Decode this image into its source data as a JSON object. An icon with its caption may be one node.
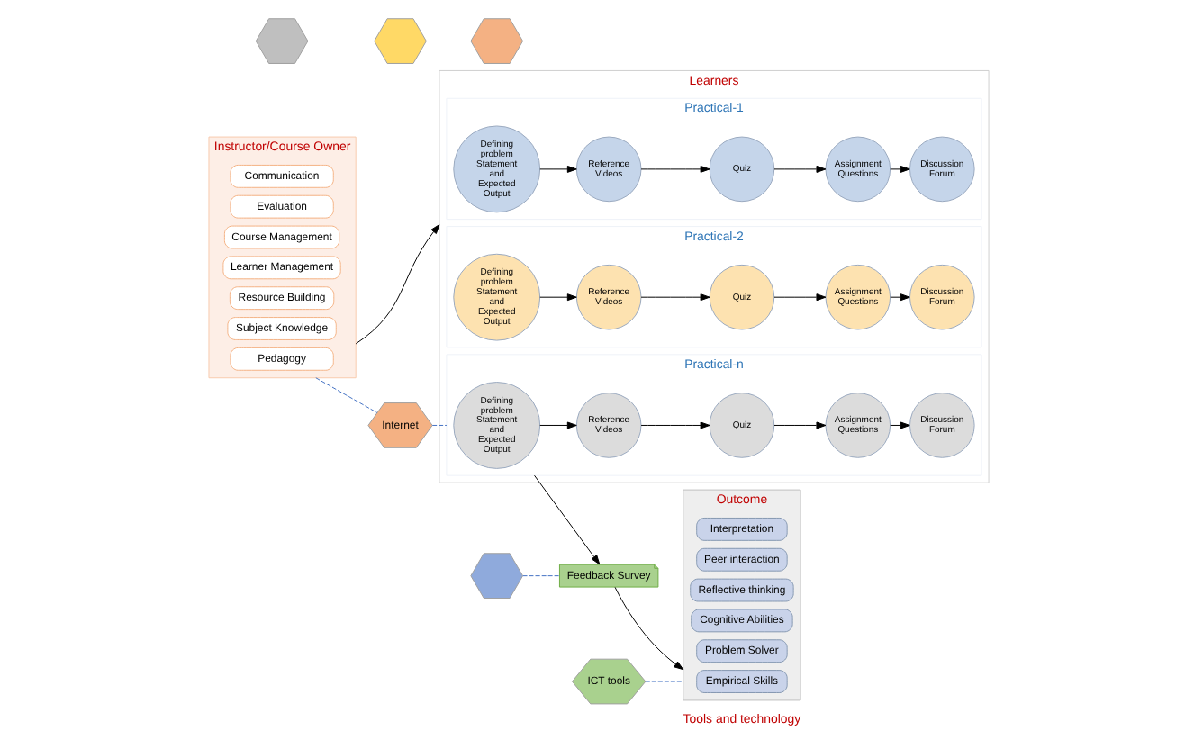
{
  "diagram": {
    "nodes": [
      {
        "text": [
          "Instructor/Course Owner"
        ]
      },
      {
        "text": [
          "Pedagogy"
        ],
        "in": 0
      },
      {
        "text": [
          "Subject Knowledge"
        ],
        "in": 0
      },
      {
        "text": [
          "Resource Building"
        ],
        "in": 0
      },
      {
        "text": [
          "Learner Management"
        ],
        "in": 0
      },
      {
        "text": [
          "Course Management"
        ],
        "in": 0
      },
      {
        "text": [
          "Evaluation"
        ],
        "in": 0
      },
      {
        "text": [
          "Communication"
        ],
        "in": 0
      },
      {
        "text": [
          "Learners"
        ]
      },
      {
        "text": [
          "Practical-1"
        ],
        "in": 8
      },
      {
        "text": [
          "Defining problem Statement and Expected Output"
        ],
        "in": 9
      },
      {
        "text": [
          "Reference Videos"
        ],
        "in": 9
      },
      {
        "text": [
          "Quiz"
        ],
        "in": 9
      },
      {
        "text": [
          "Assignment Questions"
        ],
        "in": 9
      },
      {
        "text": [
          "Discussion Forum"
        ],
        "in": 9
      },
      {
        "text": [
          "Practical-2"
        ],
        "in": 8
      },
      {
        "text": [
          "Defining problem Statement and Expected Output"
        ],
        "in": 15
      },
      {
        "text": [
          "Reference Videos"
        ],
        "in": 15
      },
      {
        "text": [
          "Quiz"
        ],
        "in": 15
      },
      {
        "text": [
          "Assignment Questions"
        ],
        "in": 15
      },
      {
        "text": [
          "Discussion Forum"
        ],
        "in": 15
      },
      {
        "text": [
          "Practical-n"
        ],
        "in": 8
      },
      {
        "text": [
          "Defining problem Statement and Expected Output"
        ],
        "in": 21
      },
      {
        "text": [
          "Reference Videos"
        ],
        "in": 21
      },
      {
        "text": [
          "Quiz"
        ],
        "in": 21
      },
      {
        "text": [
          "Assignment Questions"
        ],
        "in": 21
      },
      {
        "text": [
          "Discussion Forum"
        ],
        "in": 21
      },
      {
        "text": [
          "Outcome"
        ]
      },
      {
        "text": [
          "Empirical Skills"
        ],
        "in": 27
      },
      {
        "text": [
          "Problem Solver"
        ],
        "in": 27
      },
      {
        "text": [
          "Cognitive Abilities"
        ],
        "in": 27
      },
      {
        "text": [
          "Reflective thinking"
        ],
        "in": 27
      },
      {
        "text": [
          "Peer interaction"
        ],
        "in": 27
      },
      {
        "text": [
          "Interpretation"
        ],
        "in": 27
      },
      {
        "text": [],
        "shape": "hexagon"
      },
      {
        "text": [
          "Internet"
        ]
      },
      {
        "text": [],
        "shape": "hexagon"
      },
      {
        "text": [],
        "shape": "hexagon"
      },
      {
        "text": [],
        "shape": "hexagon"
      },
      {
        "text": [
          "ICT tools"
        ]
      },
      {
        "text": [
          "Feedback Survey"
        ]
      }
    ],
    "edges": [
      {
        "from": 0,
        "to": 8,
        "arrow": "to"
      },
      {
        "from": 10,
        "to": 11,
        "arrow": "to"
      },
      {
        "from": 11,
        "to": 12,
        "arrow": "to"
      },
      {
        "from": 12,
        "to": 13,
        "arrow": "to"
      },
      {
        "from": 13,
        "to": 14,
        "arrow": "to"
      },
      {
        "from": 16,
        "to": 17,
        "arrow": "to"
      },
      {
        "from": 17,
        "to": 18,
        "arrow": "to"
      },
      {
        "from": 18,
        "to": 19,
        "arrow": "to"
      },
      {
        "from": 19,
        "to": 20,
        "arrow": "to"
      },
      {
        "from": 22,
        "to": 23,
        "arrow": "to"
      },
      {
        "from": 23,
        "to": 24,
        "arrow": "to"
      },
      {
        "from": 24,
        "to": 25,
        "arrow": "to"
      },
      {
        "from": 25,
        "to": 26,
        "arrow": "to"
      },
      {
        "from": 0,
        "to": 35,
        "arrow": "none",
        "style": "dashed",
        "color": "#4472c4"
      },
      {
        "from": 35,
        "to": 21,
        "arrow": "none",
        "style": "dashed",
        "color": "#4472c4"
      },
      {
        "from": 37,
        "to": 40,
        "arrow": "none",
        "style": "dashed",
        "color": "#4472c4"
      },
      {
        "from": 39,
        "to": 27,
        "arrow": "none",
        "style": "dashed",
        "color": "#4472c4"
      },
      {
        "from": 21,
        "to": 40,
        "arrow": "to"
      },
      {
        "from": 40,
        "to": 27,
        "arrow": "to"
      }
    ],
    "labels": [
      "Tools and technology"
    ]
  }
}
